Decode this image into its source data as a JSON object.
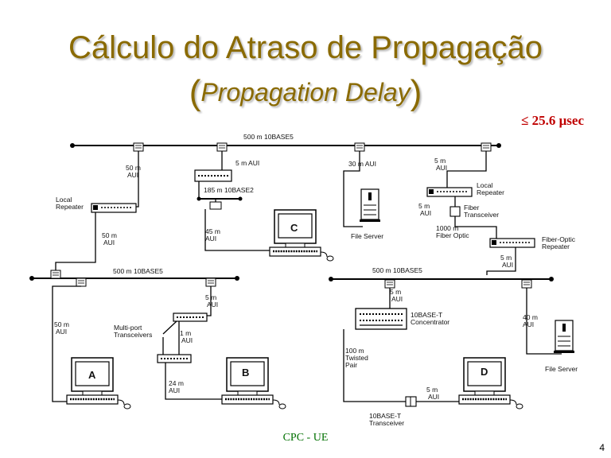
{
  "title": {
    "line1": "Cálculo do Atraso de Propagação",
    "line2_open": "(",
    "line2_text": "Propagation Delay",
    "line2_close": ")"
  },
  "limit_label": "≤ 25.6 μsec",
  "footer": "CPC - UE",
  "page_number": "4",
  "diagram": {
    "bus_top": "500 m 10BASE5",
    "bus_left": "500 m 10BASE5",
    "bus_right": "500 m 10BASE5",
    "aui_50_a": "50 m",
    "aui_word": "AUI",
    "local_repeater_left": [
      "Local",
      "Repeater"
    ],
    "aui_50_b": "50 m",
    "aui_5_multiport": "5 m AUI",
    "thin_185": "185 m 10BASE2",
    "aui_45": "45 m",
    "computer_c": "C",
    "aui_30": "30 m AUI",
    "file_server_top": "File Server",
    "aui_5_right": "5 m",
    "local_repeater_right": [
      "Local",
      "Repeater"
    ],
    "aui_5_fiber": "5 m",
    "fiber_transceiver": [
      "Fiber",
      "Transceiver"
    ],
    "fiber_optic": [
      "1000 m",
      "Fiber  Optic"
    ],
    "fiber_optic_repeater": [
      "Fiber-Optic",
      "Repeater"
    ],
    "aui_5_fo": "5 m",
    "aui_5_left": "5 m",
    "multiport_transceivers": [
      "Multi-port",
      "Transceivers"
    ],
    "aui_1": "1 m",
    "aui_50_left": "50 m",
    "computer_a": "A",
    "computer_b": "B",
    "aui_24": "24 m",
    "aui_5_conc": "5 m",
    "concentrator": [
      "10BASE-T",
      "Concentrator"
    ],
    "twisted_pair": [
      "100 m",
      "Twisted",
      "Pair"
    ],
    "aui_40": "40 m",
    "file_server_right": "File Server",
    "computer_d": "D",
    "aui_5_d": "5 m",
    "tbaset_transceiver": [
      "10BASE-T",
      "Transceiver"
    ]
  }
}
